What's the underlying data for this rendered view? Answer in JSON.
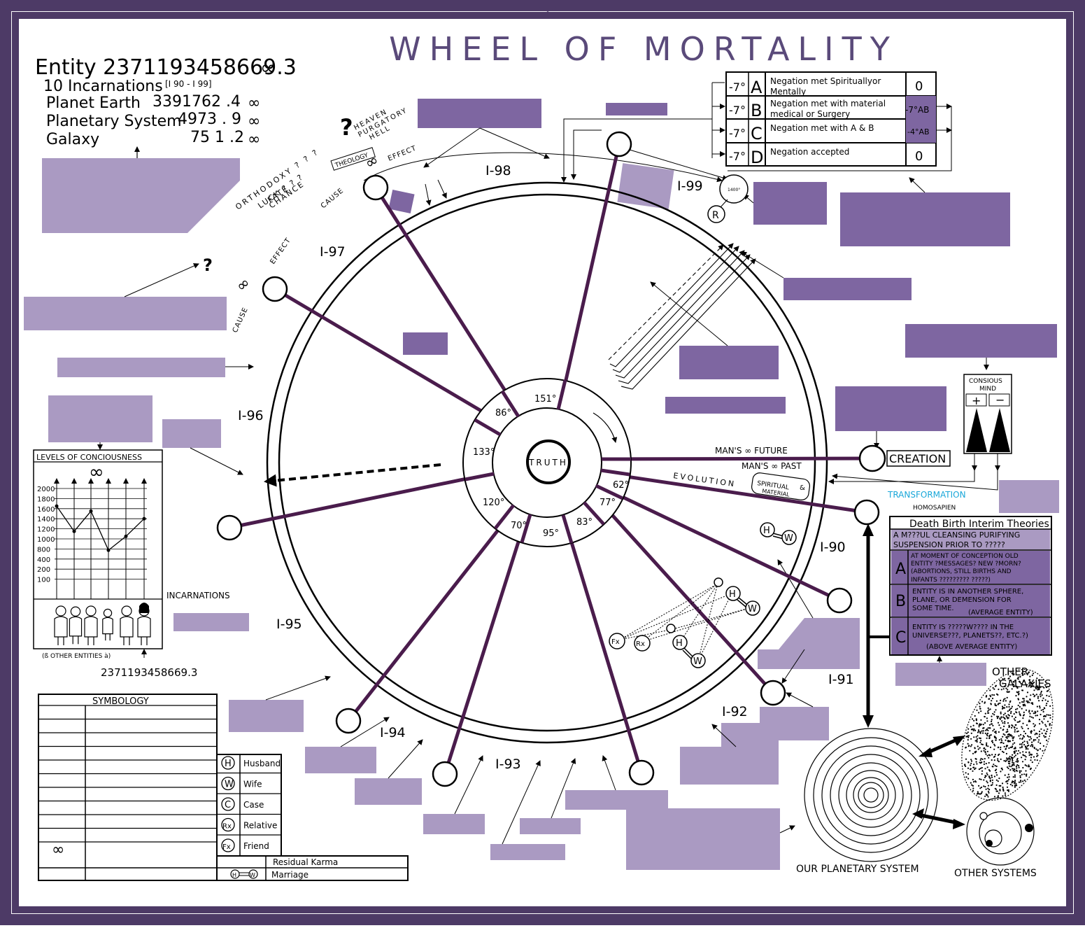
{
  "title": "WHEEL OF MORTALITY",
  "colors": {
    "frame": "#4d3a66",
    "spoke": "#4a1c4c",
    "box_dark": "#7e66a1",
    "box_light": "#aa9ac2",
    "cyan": "#19a7d9"
  },
  "entity": {
    "line1": "Entity 2371193458669.3",
    "line2": "10 Incarnations",
    "range": "[I 90 - I 99]",
    "planet_label": "Planet  Earth",
    "planet_value": "3391762 .4",
    "system_label": "Planetary System",
    "system_value": "4973 . 9",
    "galaxy_label": "Galaxy",
    "galaxy_value": "75 1 .2",
    "infinity": "∞"
  },
  "heaven": {
    "q": "?",
    "l1": "HEAVEN",
    "l2": "PURGATORY",
    "l3": "HELL",
    "theology": "THEOLOGY"
  },
  "cause_effect": {
    "cause": "CAUSE",
    "effect": "EFFECT",
    "inf": "∞",
    "q": "?"
  },
  "orthodoxy": {
    "l1": "ORTHODOXY  ?  ?  ?",
    "l2": "LUCK ? ? ?",
    "l3": "FATE",
    "l4": "CHANCE"
  },
  "incarnations": [
    "I-98",
    "I-99",
    "I-97",
    "I-96",
    "I-95",
    "I-94",
    "I-93",
    "I-92",
    "I-91",
    "I-90"
  ],
  "wheel": {
    "center": "TRUTH",
    "angles": [
      "151°",
      "86°",
      "133°",
      "120°",
      "70°",
      "95°",
      "83°",
      "77°",
      "62°"
    ],
    "future": "MAN'S  ∞  FUTURE",
    "past": "MAN'S  ∞  PAST",
    "evolution": "EVOLUTION",
    "spiritual": "SPIRITUAL",
    "material": "MATERIAL",
    "amp": "&",
    "creation": "CREATION",
    "transformation": "TRANSFORMATION",
    "homosapien": "HOMOSAPIEN",
    "r": "R",
    "clock": "1400°"
  },
  "negation": [
    {
      "deg": "-7°",
      "letter": "A",
      "text1": "Negation met  Spirituallyor",
      "text2": "Mentally",
      "value": "0"
    },
    {
      "deg": "-7°",
      "letter": "B",
      "text1": "Negation met with material",
      "text2": "medical or Surgery",
      "value": "-7°AB"
    },
    {
      "deg": "-7°",
      "letter": "C",
      "text1": "Negation met with A & B",
      "text2": "",
      "value": "-4°AB"
    },
    {
      "deg": "-7°",
      "letter": "D",
      "text1": "Negation accepted",
      "text2": "",
      "value": "0"
    }
  ],
  "conscious": {
    "title1": "CONSIOUS",
    "title2": "MIND",
    "plus": "+",
    "minus": "−"
  },
  "theories": {
    "title": "Death Birth Interim  Theories",
    "sub1": "A M???UL CLEANSING PURIFYING",
    "sub2": "SUSPENSION PRIOR TO ?????",
    "rows": [
      {
        "letter": "A",
        "l1": "AT MOMENT OF CONCEPTION OLD",
        "l2": "ENTITY ?MESSAGES?  NEW ?MORN?",
        "l3": "(ABORTIONS, STILL  BIRTHS  AND",
        "l4": "INFANTS    ?????????  ?????)"
      },
      {
        "letter": "B",
        "l1": "ENTITY IS IN ANOTHER SPHERE,",
        "l2": "PLANE, OR DEMENSION FOR",
        "l3": "SOME TIME.",
        "l4": "(AVERAGE ENTITY)"
      },
      {
        "letter": "C",
        "l1": "ENTITY  IS  ?????W????   IN THE",
        "l2": "UNIVERSE???, PLANETS??, ETC.?)",
        "l3": "(ABOVE AVERAGE ENTITY)",
        "l4": ""
      }
    ]
  },
  "cosmos": {
    "other_galaxies_1": "OTHER",
    "other_galaxies_2": "GALAXIES",
    "our_system": "OUR PLANETARY SYSTEM",
    "other_systems": "OTHER SYSTEMS"
  },
  "levels": {
    "title": "LEVELS OF CONCIOUSNESS",
    "y_ticks": [
      "2000",
      "1800",
      "1600",
      "1400",
      "1200",
      "1000",
      "800",
      "400",
      "200",
      "100"
    ],
    "incarnations_label": "INCARNATIONS",
    "footer": "(ß OTHER ENTITIES à)",
    "entity_id": "2371193458669.3",
    "inf": "∞"
  },
  "chart_data": {
    "type": "line",
    "title": "LEVELS OF CONCIOUSNESS",
    "ylabel": "",
    "xlabel": "INCARNATIONS",
    "y_ticks": [
      2000,
      1800,
      1600,
      1400,
      1200,
      1000,
      800,
      400,
      200,
      100
    ],
    "series": [
      {
        "values": [
          1650,
          1150,
          1550,
          750,
          1050,
          1400
        ]
      }
    ]
  },
  "symbology": {
    "title": "SYMBOLOGY",
    "inf": "∞",
    "legend": [
      {
        "sym": "H",
        "label": "Husband"
      },
      {
        "sym": "W",
        "label": "Wife"
      },
      {
        "sym": "C",
        "label": "Case"
      },
      {
        "sym": "Rx",
        "label": "Relative"
      },
      {
        "sym": "Fx",
        "label": "Friend"
      }
    ],
    "residual": "Residual Karma",
    "marriage": "Marriage",
    "marriage_sym_h": "H",
    "marriage_sym_w": "W"
  },
  "family_symbols": {
    "h": "H",
    "w": "W",
    "fx": "Fx",
    "rx": "Rx"
  }
}
